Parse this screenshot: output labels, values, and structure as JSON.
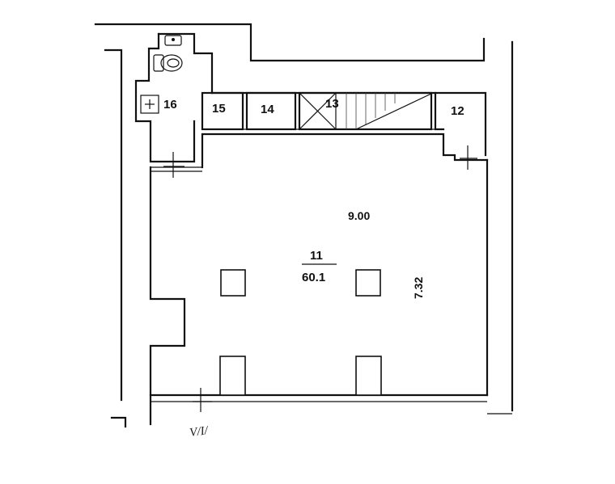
{
  "plan": {
    "rooms": [
      {
        "number": "16"
      },
      {
        "number": "15"
      },
      {
        "number": "14"
      },
      {
        "number": "13"
      },
      {
        "number": "12"
      }
    ],
    "main_room": {
      "number": "11",
      "area": "60.1"
    },
    "dimensions": {
      "width": "9.00",
      "depth": "7.32"
    },
    "note": "V/I/"
  }
}
